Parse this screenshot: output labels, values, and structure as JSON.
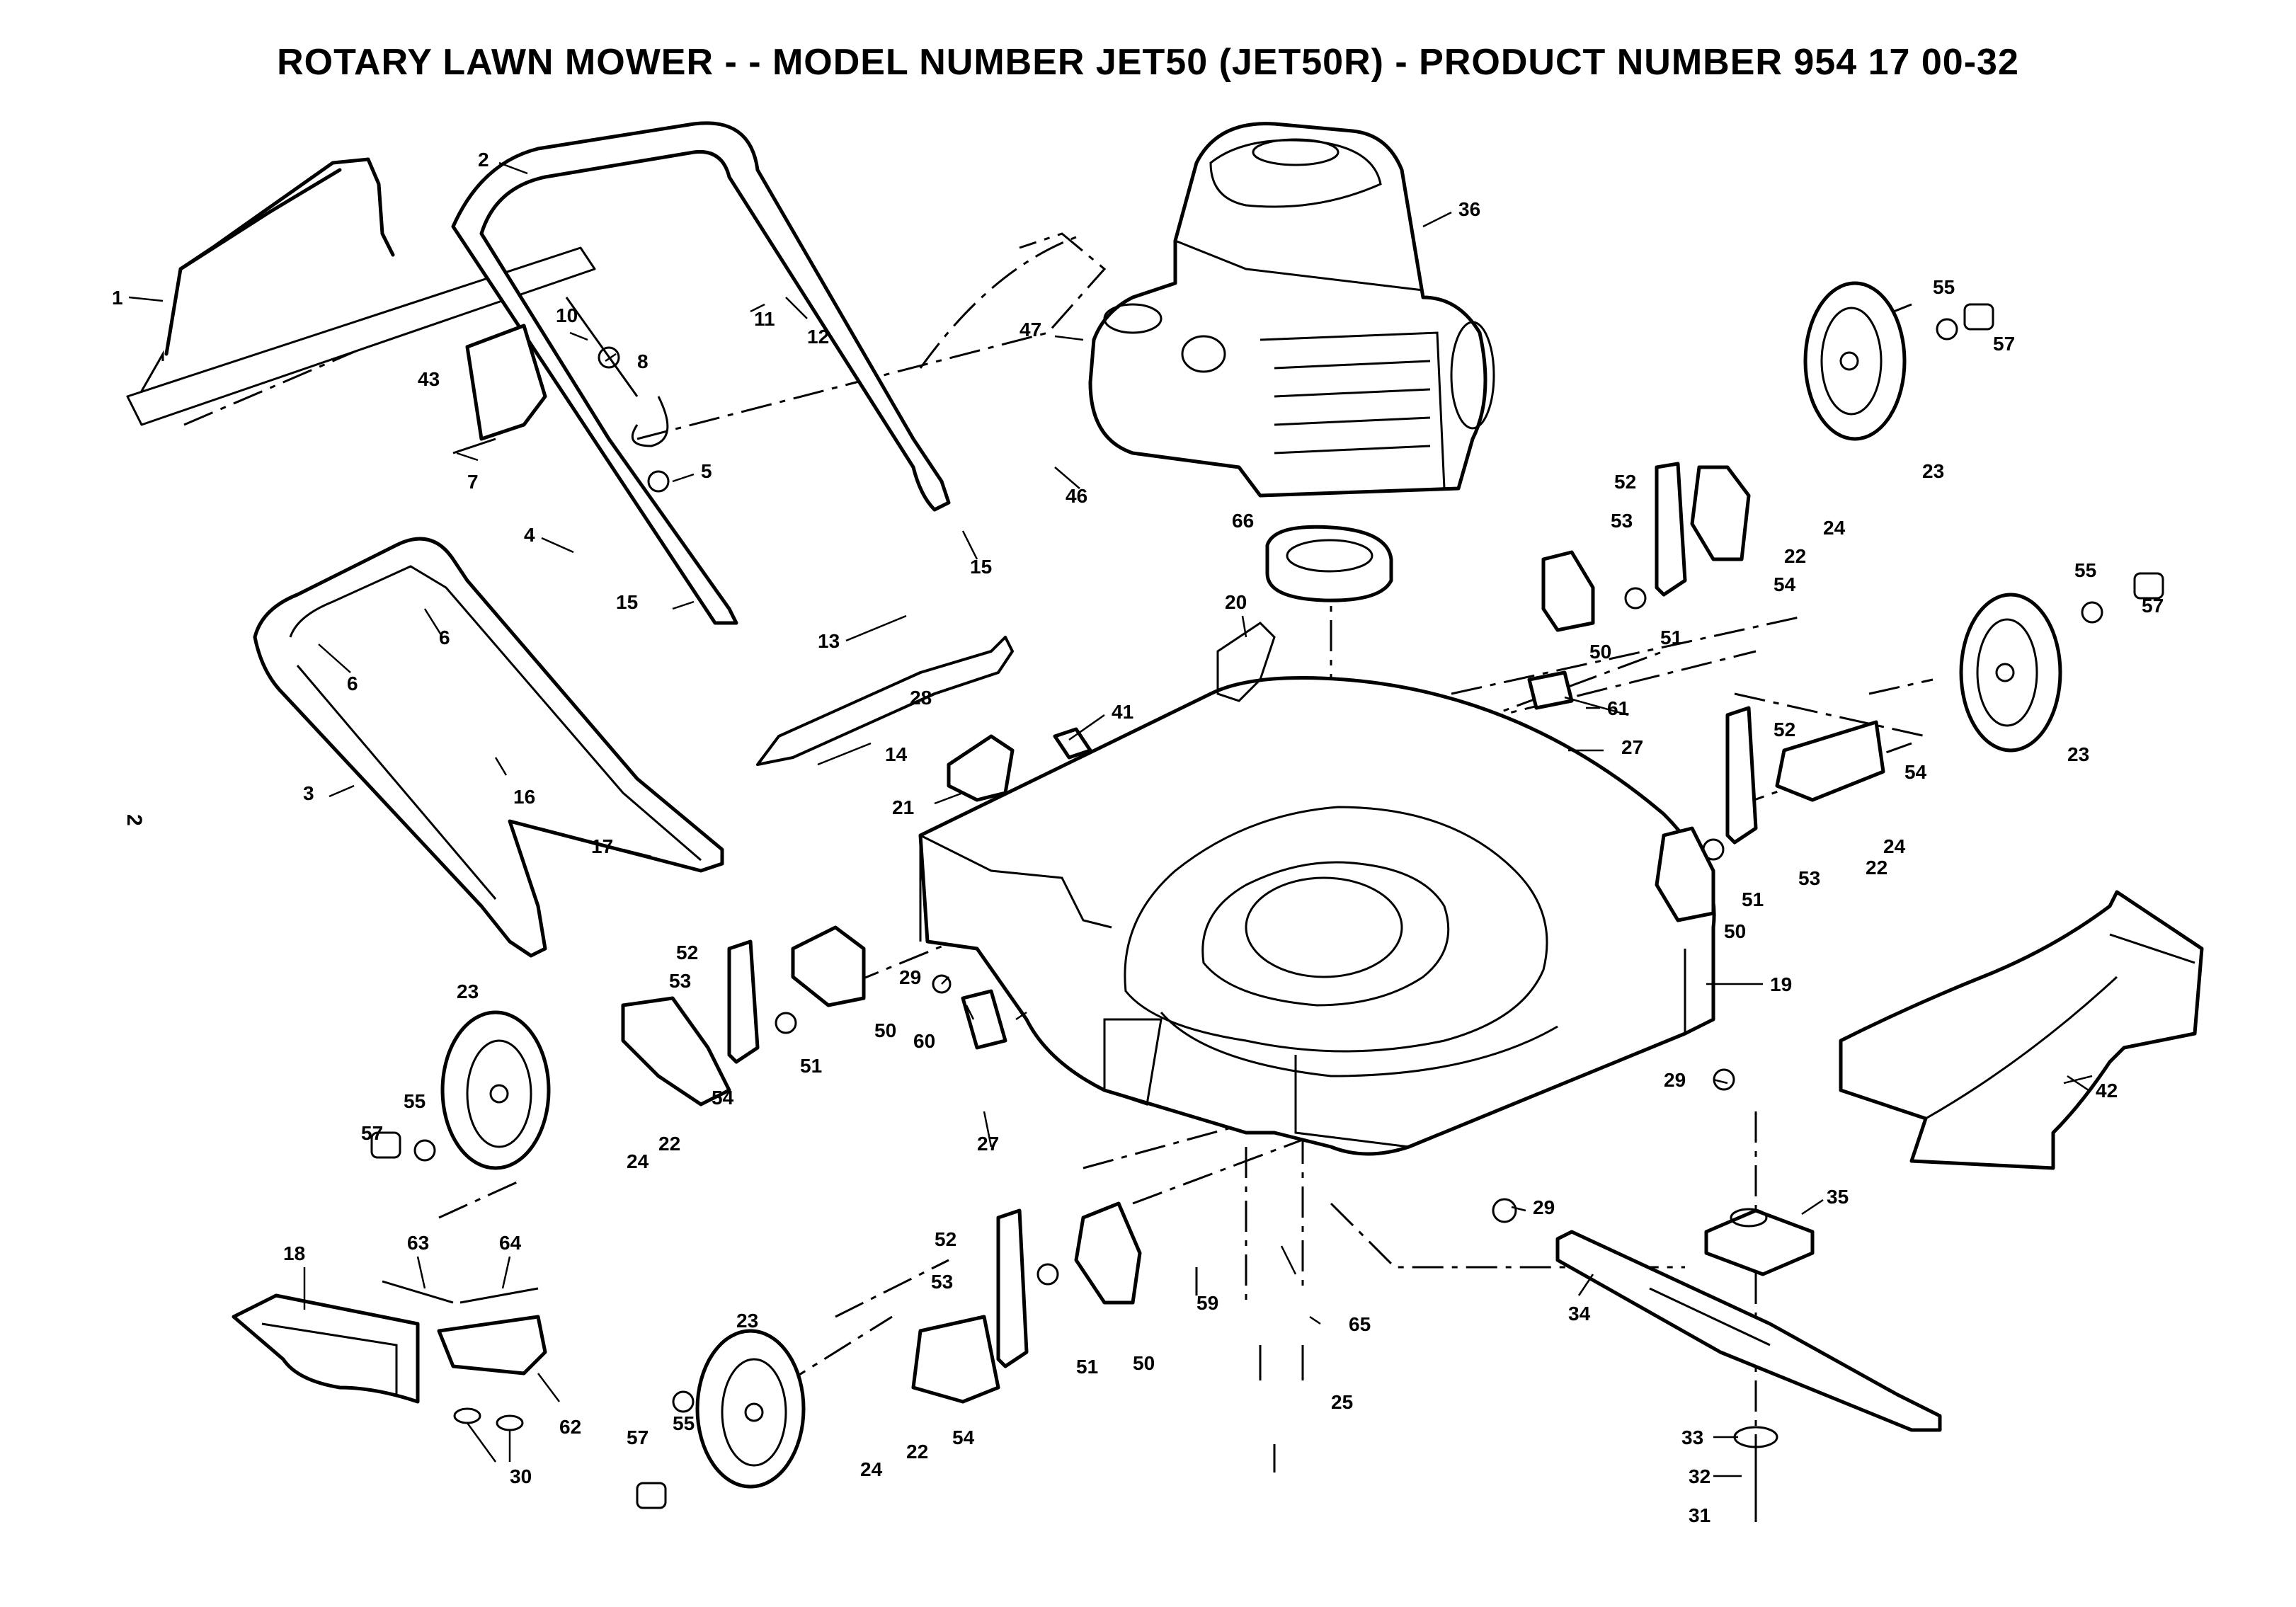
{
  "header": {
    "title": "ROTARY LAWN MOWER - - MODEL NUMBER JET50 (JET50R) - PRODUCT NUMBER 954 17 00-32"
  },
  "page_number": "2",
  "labels": [
    {
      "id": "l1",
      "text": "1"
    },
    {
      "id": "l2",
      "text": "2"
    },
    {
      "id": "l3",
      "text": "3"
    },
    {
      "id": "l4",
      "text": "4"
    },
    {
      "id": "l5",
      "text": "5"
    },
    {
      "id": "l6a",
      "text": "6"
    },
    {
      "id": "l6b",
      "text": "6"
    },
    {
      "id": "l7",
      "text": "7"
    },
    {
      "id": "l8",
      "text": "8"
    },
    {
      "id": "l10",
      "text": "10"
    },
    {
      "id": "l11",
      "text": "11"
    },
    {
      "id": "l12",
      "text": "12"
    },
    {
      "id": "l13",
      "text": "13"
    },
    {
      "id": "l14",
      "text": "14"
    },
    {
      "id": "l15a",
      "text": "15"
    },
    {
      "id": "l15b",
      "text": "15"
    },
    {
      "id": "l16",
      "text": "16"
    },
    {
      "id": "l17",
      "text": "17"
    },
    {
      "id": "l18",
      "text": "18"
    },
    {
      "id": "l19",
      "text": "19"
    },
    {
      "id": "l20",
      "text": "20"
    },
    {
      "id": "l21",
      "text": "21"
    },
    {
      "id": "l22a",
      "text": "22"
    },
    {
      "id": "l22b",
      "text": "22"
    },
    {
      "id": "l22c",
      "text": "22"
    },
    {
      "id": "l22d",
      "text": "22"
    },
    {
      "id": "l23a",
      "text": "23"
    },
    {
      "id": "l23b",
      "text": "23"
    },
    {
      "id": "l23c",
      "text": "23"
    },
    {
      "id": "l23d",
      "text": "23"
    },
    {
      "id": "l24a",
      "text": "24"
    },
    {
      "id": "l24b",
      "text": "24"
    },
    {
      "id": "l24c",
      "text": "24"
    },
    {
      "id": "l24d",
      "text": "24"
    },
    {
      "id": "l25",
      "text": "25"
    },
    {
      "id": "l27a",
      "text": "27"
    },
    {
      "id": "l27b",
      "text": "27"
    },
    {
      "id": "l28",
      "text": "28"
    },
    {
      "id": "l29a",
      "text": "29"
    },
    {
      "id": "l29b",
      "text": "29"
    },
    {
      "id": "l29c",
      "text": "29"
    },
    {
      "id": "l30",
      "text": "30"
    },
    {
      "id": "l31",
      "text": "31"
    },
    {
      "id": "l32",
      "text": "32"
    },
    {
      "id": "l33",
      "text": "33"
    },
    {
      "id": "l34",
      "text": "34"
    },
    {
      "id": "l35",
      "text": "35"
    },
    {
      "id": "l36",
      "text": "36"
    },
    {
      "id": "l41",
      "text": "41"
    },
    {
      "id": "l42",
      "text": "42"
    },
    {
      "id": "l43",
      "text": "43"
    },
    {
      "id": "l46",
      "text": "46"
    },
    {
      "id": "l47",
      "text": "47"
    },
    {
      "id": "l50a",
      "text": "50"
    },
    {
      "id": "l50b",
      "text": "50"
    },
    {
      "id": "l50c",
      "text": "50"
    },
    {
      "id": "l50d",
      "text": "50"
    },
    {
      "id": "l51a",
      "text": "51"
    },
    {
      "id": "l51b",
      "text": "51"
    },
    {
      "id": "l51c",
      "text": "51"
    },
    {
      "id": "l51d",
      "text": "51"
    },
    {
      "id": "l52a",
      "text": "52"
    },
    {
      "id": "l52b",
      "text": "52"
    },
    {
      "id": "l52c",
      "text": "52"
    },
    {
      "id": "l52d",
      "text": "52"
    },
    {
      "id": "l53a",
      "text": "53"
    },
    {
      "id": "l53b",
      "text": "53"
    },
    {
      "id": "l53c",
      "text": "53"
    },
    {
      "id": "l53d",
      "text": "53"
    },
    {
      "id": "l54a",
      "text": "54"
    },
    {
      "id": "l54b",
      "text": "54"
    },
    {
      "id": "l54c",
      "text": "54"
    },
    {
      "id": "l54d",
      "text": "54"
    },
    {
      "id": "l55a",
      "text": "55"
    },
    {
      "id": "l55b",
      "text": "55"
    },
    {
      "id": "l55c",
      "text": "55"
    },
    {
      "id": "l55d",
      "text": "55"
    },
    {
      "id": "l57a",
      "text": "57"
    },
    {
      "id": "l57b",
      "text": "57"
    },
    {
      "id": "l57c",
      "text": "57"
    },
    {
      "id": "l57d",
      "text": "57"
    },
    {
      "id": "l59",
      "text": "59"
    },
    {
      "id": "l60",
      "text": "60"
    },
    {
      "id": "l61",
      "text": "61"
    },
    {
      "id": "l62",
      "text": "62"
    },
    {
      "id": "l63",
      "text": "63"
    },
    {
      "id": "l64",
      "text": "64"
    },
    {
      "id": "l65",
      "text": "65"
    },
    {
      "id": "l66",
      "text": "66"
    }
  ]
}
